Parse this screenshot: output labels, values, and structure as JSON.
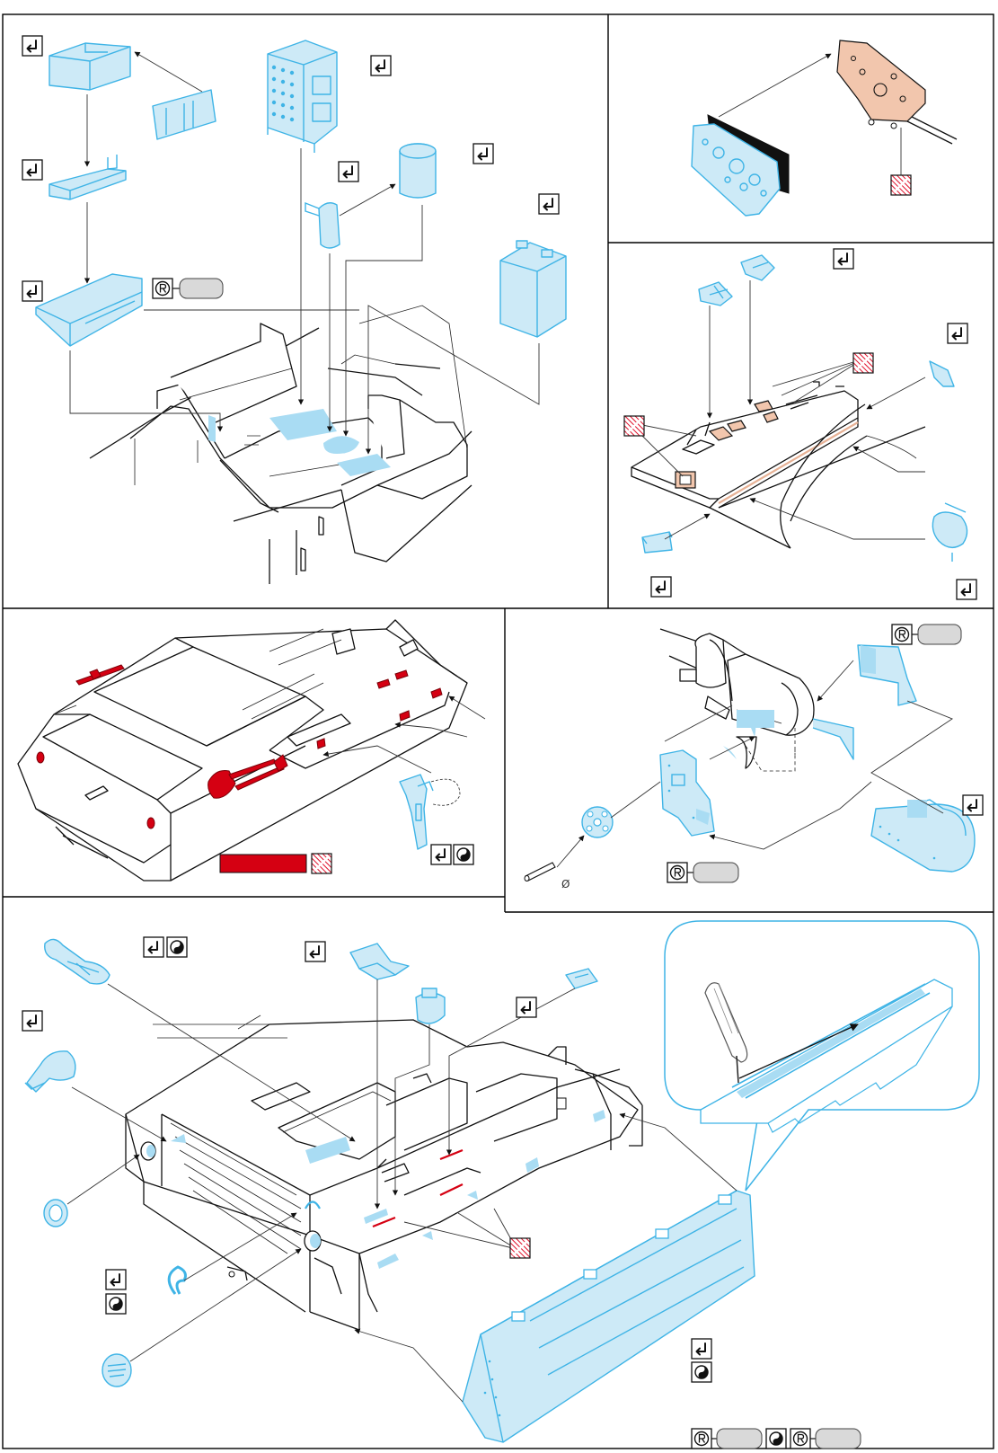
{
  "sheet": {
    "panels": [
      "interior-floor-stowage",
      "panel-top-right",
      "hull-bracket-step",
      "hull-top-tools",
      "heater-assembly",
      "rear-hull-stowage-bin"
    ],
    "colors": {
      "photo_etch": "#3fb4e6",
      "photo_etch_fill": "#cdeaf7",
      "paint_red": "#d50012",
      "copper_part": "#f2c6ad",
      "ink": "#111111"
    },
    "icons": {
      "fold": "fold-arrow-icon",
      "both_sides": "yin-yang-icon",
      "reference": "r-circle-icon",
      "hatched": "hatched-square-icon",
      "rod_diameter": "diameter-icon"
    },
    "symbols": {
      "diameter": "Ø"
    }
  }
}
